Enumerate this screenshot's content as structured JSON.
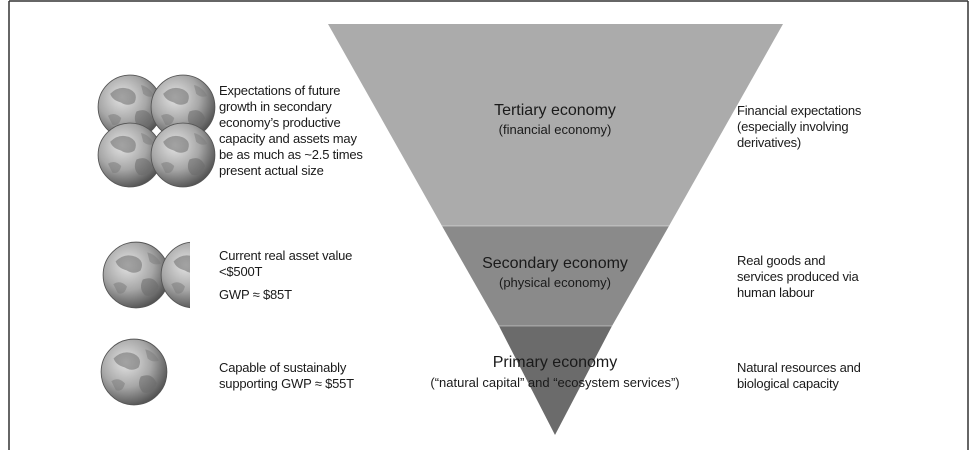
{
  "tiers": {
    "tertiary": {
      "title": "Tertiary economy",
      "subtitle": "(financial economy)",
      "left_text": "Expectations of future\ngrowth in secondary\neconomy’s productive\ncapacity and assets may\nbe as much as ~2.5 times\npresent actual size",
      "right_text": "Financial expectations\n(especially involving\nderivatives)",
      "globe_count": 4
    },
    "secondary": {
      "title": "Secondary economy",
      "subtitle": "(physical economy)",
      "left_text": "Current real asset value\n<$500T",
      "left_text_2": "GWP ≈ $85T",
      "right_text": "Real goods and\nservices produced via\nhuman labour",
      "globe_count": 2
    },
    "primary": {
      "title": "Primary economy",
      "subtitle": "(“natural capital” and “ecosystem services”)",
      "left_text": "Capable of sustainably\nsupporting GWP ≈ $55T",
      "right_text": "Natural resources and\nbiological capacity",
      "globe_count": 1
    }
  },
  "colors": {
    "tertiary_fill": "#ababab",
    "secondary_fill": "#8a8a8a",
    "primary_fill": "#6b6b6b",
    "globe_light": "#d8d8d8",
    "globe_dark": "#5a5a5a",
    "frame": "#333333"
  },
  "icons": {
    "globe": "earth-globe-icon"
  }
}
